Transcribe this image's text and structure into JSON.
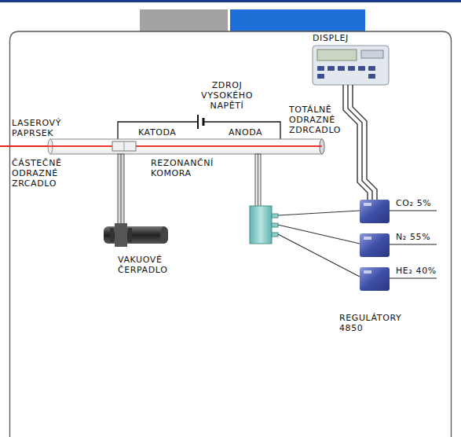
{
  "diagram": {
    "labels": [
      "DISPLEJ",
      "ZDROJ VYSOKÉHO NAPĚTÍ",
      "LASEROVÝ PAPRSEK",
      "KATODA",
      "ANODA",
      "TOTÁLNĚ ODRAZNÉ ZDRCADLO",
      "ČÁSTEČNĚ ODRAZNÉ ZRCADLO",
      "REZONANČNÍ KOMORA",
      "VAKUOVÉ ČERPADLO",
      "CO₂ 5%",
      "N₂ 55%",
      "HE₂ 40%",
      "REGULÁTORY 4850"
    ]
  }
}
